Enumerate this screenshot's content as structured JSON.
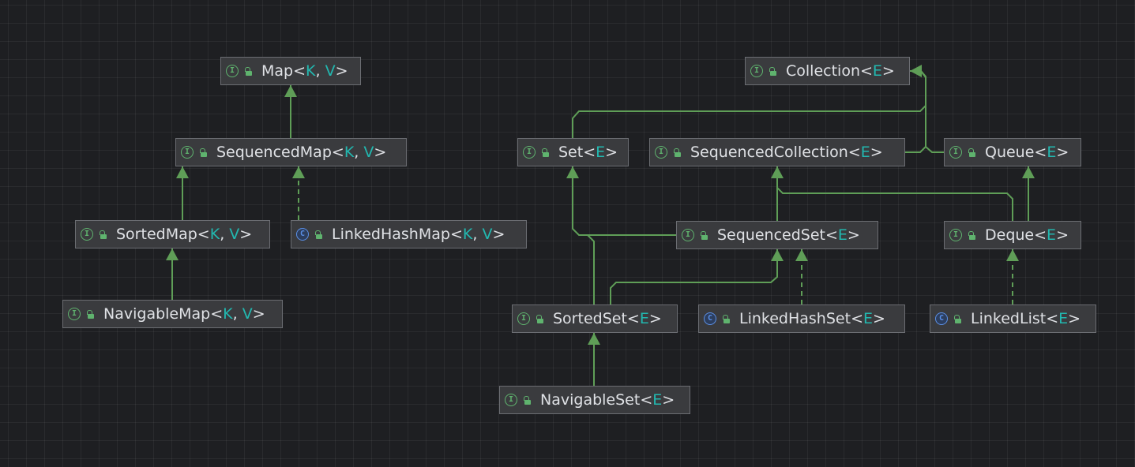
{
  "colors": {
    "background": "#1e1f22",
    "node_fill": "#3a3b3e",
    "node_border": "#6b6d72",
    "edge": "#5f9e57",
    "interface_badge": "#5fb36e",
    "class_badge": "#5a8fe6",
    "type_param": "#22b8b0"
  },
  "nodes": [
    {
      "id": "map",
      "kind": "interface",
      "name": "Map",
      "params": [
        "K",
        "V"
      ]
    },
    {
      "id": "sequencedmap",
      "kind": "interface",
      "name": "SequencedMap",
      "params": [
        "K",
        "V"
      ]
    },
    {
      "id": "sortedmap",
      "kind": "interface",
      "name": "SortedMap",
      "params": [
        "K",
        "V"
      ]
    },
    {
      "id": "linkedhashmap",
      "kind": "class",
      "name": "LinkedHashMap",
      "params": [
        "K",
        "V"
      ]
    },
    {
      "id": "navigablemap",
      "kind": "interface",
      "name": "NavigableMap",
      "params": [
        "K",
        "V"
      ]
    },
    {
      "id": "collection",
      "kind": "interface",
      "name": "Collection",
      "params": [
        "E"
      ]
    },
    {
      "id": "set",
      "kind": "interface",
      "name": "Set",
      "params": [
        "E"
      ]
    },
    {
      "id": "sequencedcollection",
      "kind": "interface",
      "name": "SequencedCollection",
      "params": [
        "E"
      ]
    },
    {
      "id": "queue",
      "kind": "interface",
      "name": "Queue",
      "params": [
        "E"
      ]
    },
    {
      "id": "sequencedset",
      "kind": "interface",
      "name": "SequencedSet",
      "params": [
        "E"
      ]
    },
    {
      "id": "deque",
      "kind": "interface",
      "name": "Deque",
      "params": [
        "E"
      ]
    },
    {
      "id": "sortedset",
      "kind": "interface",
      "name": "SortedSet",
      "params": [
        "E"
      ]
    },
    {
      "id": "linkedhashset",
      "kind": "class",
      "name": "LinkedHashSet",
      "params": [
        "E"
      ]
    },
    {
      "id": "linkedlist",
      "kind": "class",
      "name": "LinkedList",
      "params": [
        "E"
      ]
    },
    {
      "id": "navigableset",
      "kind": "interface",
      "name": "NavigableSet",
      "params": [
        "E"
      ]
    }
  ],
  "edges": [
    {
      "from": "sequencedmap",
      "to": "map",
      "style": "extends"
    },
    {
      "from": "sortedmap",
      "to": "sequencedmap",
      "style": "extends"
    },
    {
      "from": "linkedhashmap",
      "to": "sequencedmap",
      "style": "implements"
    },
    {
      "from": "navigablemap",
      "to": "sortedmap",
      "style": "extends"
    },
    {
      "from": "set",
      "to": "collection",
      "style": "extends"
    },
    {
      "from": "sequencedcollection",
      "to": "collection",
      "style": "extends"
    },
    {
      "from": "queue",
      "to": "collection",
      "style": "extends"
    },
    {
      "from": "sequencedset",
      "to": "set",
      "style": "extends"
    },
    {
      "from": "sequencedset",
      "to": "sequencedcollection",
      "style": "extends"
    },
    {
      "from": "deque",
      "to": "sequencedcollection",
      "style": "extends"
    },
    {
      "from": "deque",
      "to": "queue",
      "style": "extends"
    },
    {
      "from": "sortedset",
      "to": "sequencedset",
      "style": "extends"
    },
    {
      "from": "sortedset",
      "to": "set",
      "style": "extends"
    },
    {
      "from": "linkedhashset",
      "to": "sequencedset",
      "style": "implements"
    },
    {
      "from": "linkedlist",
      "to": "deque",
      "style": "implements"
    },
    {
      "from": "navigableset",
      "to": "sortedset",
      "style": "extends"
    }
  ]
}
